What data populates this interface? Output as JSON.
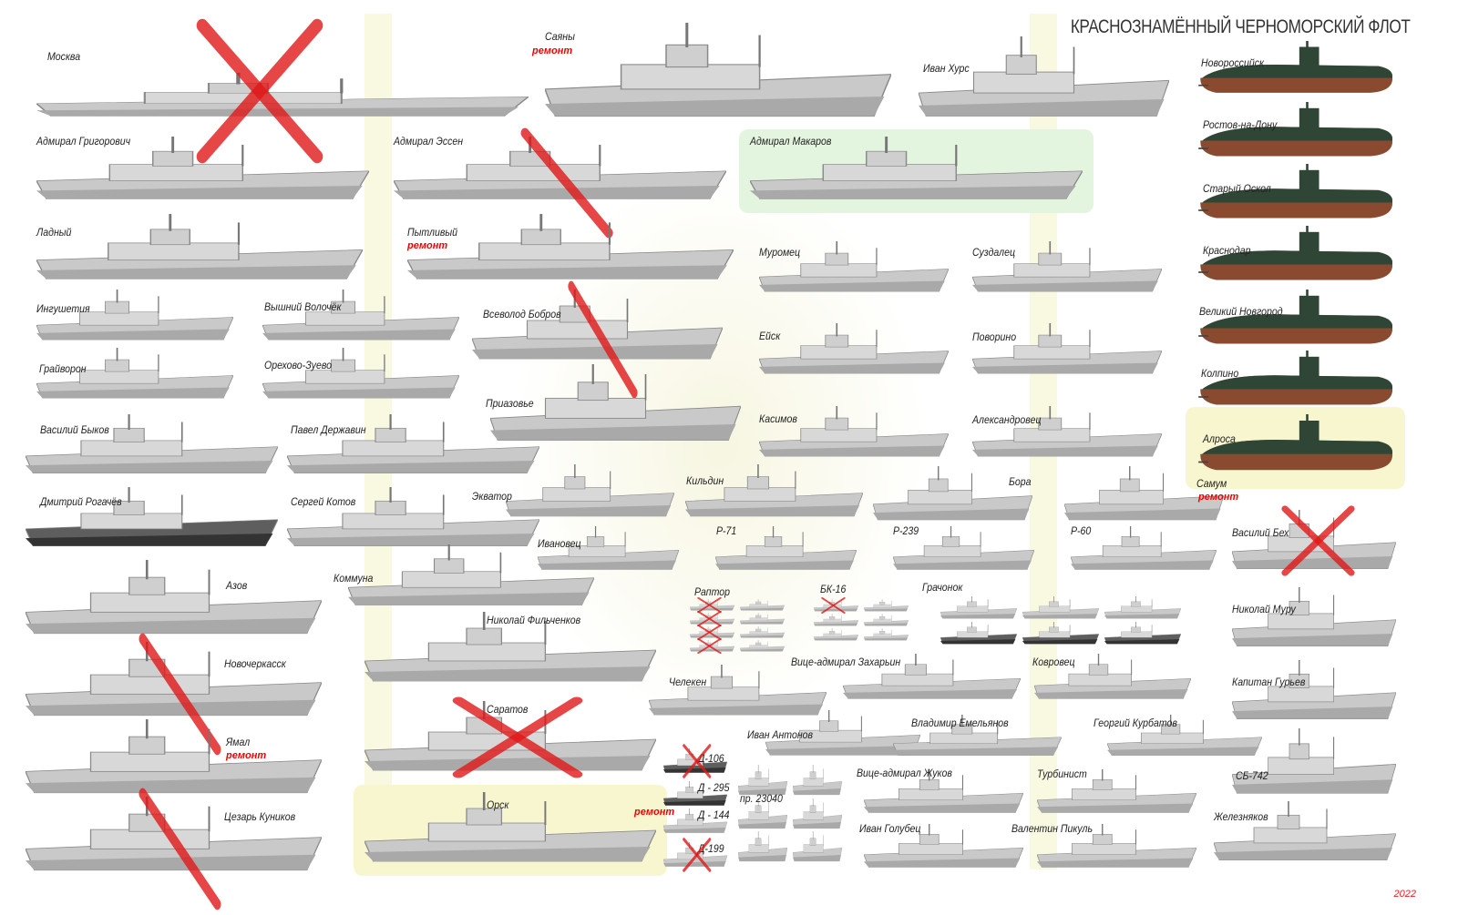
{
  "title": "КРАСНОЗНАМЁННЫЙ ЧЕРНОМОРСКИЙ ФЛОТ",
  "year": "2022",
  "repair_label": "ремонт",
  "colors": {
    "hull": "#c9c9c9",
    "hull_dark": "#6a6a6a",
    "sub_top": "#2f4636",
    "sub_bottom": "#8a4a30",
    "cross": "#e01818",
    "highlight_green": "#e3f5df",
    "highlight_yellow": "#f8f6cf"
  },
  "ships": [
    {
      "name": "Москва",
      "status": "sunk"
    },
    {
      "name": "Саяны",
      "repair": true
    },
    {
      "name": "Иван Хурс"
    },
    {
      "name": "Новороссийск",
      "type": "sub"
    },
    {
      "name": "Ростов-на-Дону",
      "type": "sub"
    },
    {
      "name": "Старый Оскол",
      "type": "sub"
    },
    {
      "name": "Краснодар",
      "type": "sub"
    },
    {
      "name": "Великий Новгород",
      "type": "sub"
    },
    {
      "name": "Колпино",
      "type": "sub"
    },
    {
      "name": "Алроса",
      "type": "sub",
      "highlight": "yellow"
    },
    {
      "name": "Адмирал Григорович"
    },
    {
      "name": "Адмирал Эссен",
      "status": "damaged"
    },
    {
      "name": "Адмирал Макаров",
      "highlight": "green"
    },
    {
      "name": "Ладный"
    },
    {
      "name": "Пытливый",
      "repair": true
    },
    {
      "name": "Ингушетия"
    },
    {
      "name": "Вышний Волочёк"
    },
    {
      "name": "Грайворон"
    },
    {
      "name": "Орехово-Зуево"
    },
    {
      "name": "Всеволод Бобров",
      "status": "damaged"
    },
    {
      "name": "Приазовье"
    },
    {
      "name": "Муромец"
    },
    {
      "name": "Суздалец"
    },
    {
      "name": "Ейск"
    },
    {
      "name": "Поворино"
    },
    {
      "name": "Касимов"
    },
    {
      "name": "Александровец"
    },
    {
      "name": "Василий Быков"
    },
    {
      "name": "Павел Державин"
    },
    {
      "name": "Дмитрий Рогачёв"
    },
    {
      "name": "Сергей Котов"
    },
    {
      "name": "Экватор"
    },
    {
      "name": "Кильдин"
    },
    {
      "name": "Бора"
    },
    {
      "name": "Самум",
      "repair": true
    },
    {
      "name": "Ивановец"
    },
    {
      "name": "Р-71"
    },
    {
      "name": "Р-239"
    },
    {
      "name": "Р-60"
    },
    {
      "name": "Василий Бех",
      "status": "sunk"
    },
    {
      "name": "Коммуна"
    },
    {
      "name": "Азов"
    },
    {
      "name": "Новочеркасск",
      "status": "damaged"
    },
    {
      "name": "Ямал",
      "repair": true
    },
    {
      "name": "Цезарь Куников",
      "status": "damaged"
    },
    {
      "name": "Николай Фильченков"
    },
    {
      "name": "Саратов",
      "status": "sunk"
    },
    {
      "name": "Орск",
      "repair": true,
      "highlight": "yellow"
    },
    {
      "name": "Раптор",
      "group": 8,
      "sunk_in_group": 4
    },
    {
      "name": "БК-16",
      "group": 6,
      "sunk_in_group": 1
    },
    {
      "name": "Грачонок",
      "group": 6
    },
    {
      "name": "Челекен"
    },
    {
      "name": "Вице-адмирал Захарьин"
    },
    {
      "name": "Ковровец"
    },
    {
      "name": "Николай Муру"
    },
    {
      "name": "Капитан Гурьев"
    },
    {
      "name": "СБ-742"
    },
    {
      "name": "Железняков"
    },
    {
      "name": "Иван Антонов"
    },
    {
      "name": "Владимир Емельянов"
    },
    {
      "name": "Георгий Курбатов"
    },
    {
      "name": "Вице-адмирал Жуков"
    },
    {
      "name": "Турбинист"
    },
    {
      "name": "Иван Голубец"
    },
    {
      "name": "Валентин Пикуль"
    },
    {
      "name": "Д-106",
      "status": "sunk"
    },
    {
      "name": "Д - 295"
    },
    {
      "name": "Д - 144"
    },
    {
      "name": "Д-199",
      "status": "sunk"
    },
    {
      "name": "пр. 23040",
      "group": 6
    }
  ]
}
